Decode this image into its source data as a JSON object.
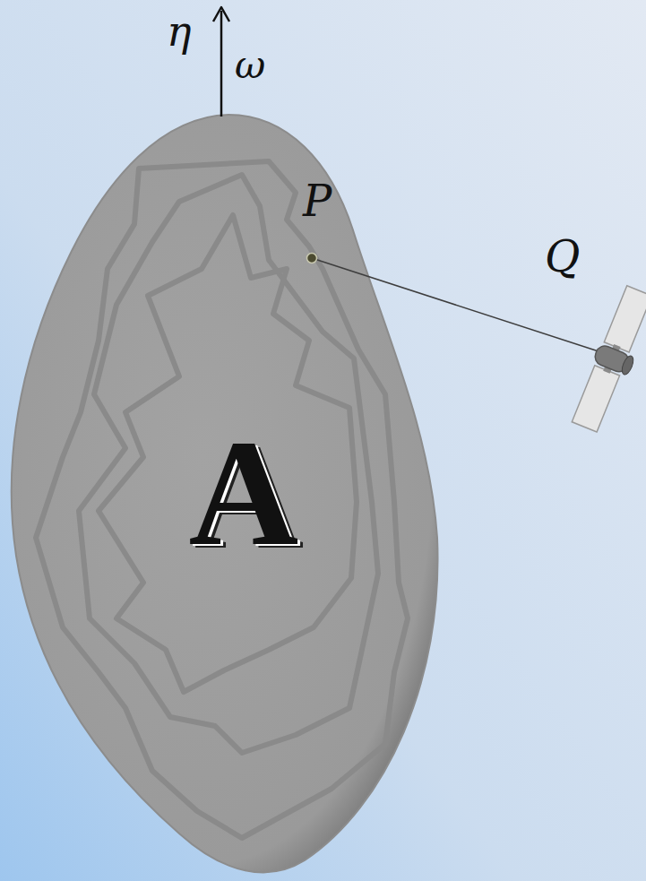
{
  "diagram": {
    "nodes": [
      {
        "text": [
          "A"
        ]
      }
    ],
    "labels": [
      "η",
      "ω",
      "P",
      "Q"
    ]
  }
}
